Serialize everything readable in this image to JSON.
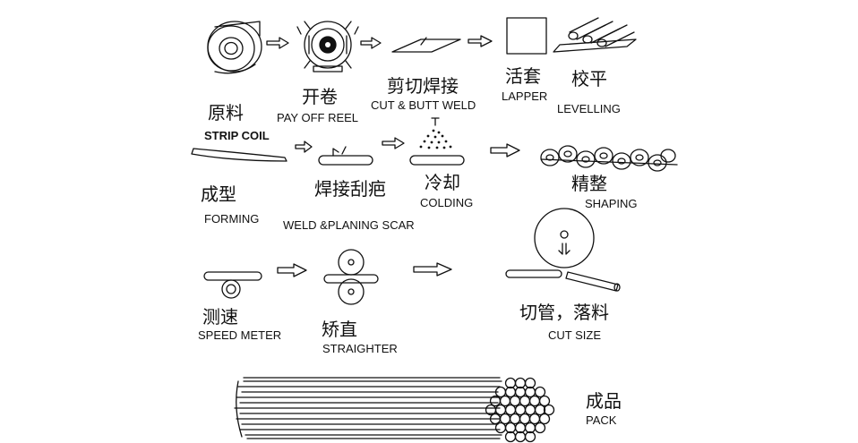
{
  "steps": {
    "strip_coil": {
      "zh": "原料",
      "en": "STRIP COIL"
    },
    "pay_off_reel": {
      "zh": "开卷",
      "en": "PAY OFF REEL"
    },
    "cut_butt_weld": {
      "zh": "剪切焊接",
      "en": "CUT & BUTT WELD"
    },
    "lapper": {
      "zh": "活套",
      "en": "LAPPER"
    },
    "levelling": {
      "zh": "校平",
      "en": "LEVELLING"
    },
    "forming": {
      "zh": "成型",
      "en": "FORMING"
    },
    "weld_planing": {
      "zh": "焊接刮疤",
      "en": "WELD &PLANING SCAR"
    },
    "colding": {
      "zh": "冷却",
      "en": "COLDING"
    },
    "shaping": {
      "zh": "精整",
      "en": "SHAPING"
    },
    "speed_meter": {
      "zh": "测速",
      "en": "SPEED METER"
    },
    "straighter": {
      "zh": "矫直",
      "en": "STRAIGHTER"
    },
    "cut_size": {
      "zh": "切管，落料",
      "en": "CUT SIZE"
    },
    "pack": {
      "zh": "成品",
      "en": "PACK"
    }
  }
}
